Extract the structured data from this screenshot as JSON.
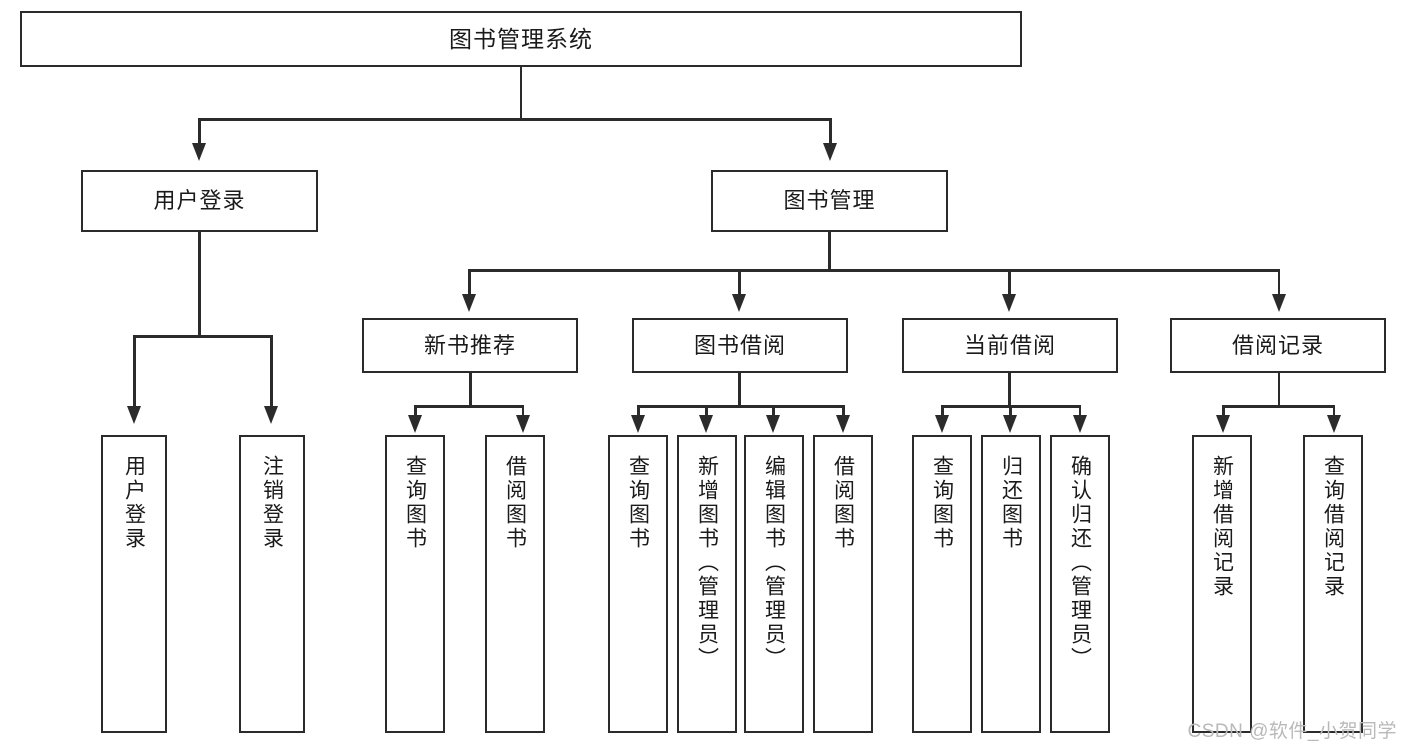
{
  "diagram": {
    "title": "图书管理系统",
    "type": "tree",
    "root": {
      "label": "图书管理系统"
    },
    "level1": [
      {
        "label": "用户登录"
      },
      {
        "label": "图书管理"
      }
    ],
    "level2": [
      {
        "label": "新书推荐"
      },
      {
        "label": "图书借阅"
      },
      {
        "label": "当前借阅"
      },
      {
        "label": "借阅记录"
      }
    ],
    "leaves": {
      "user_login": [
        {
          "label": "用户登录"
        },
        {
          "label": "注销登录"
        }
      ],
      "new_book": [
        {
          "label": "查询图书"
        },
        {
          "label": "借阅图书"
        }
      ],
      "book_borrow": [
        {
          "label": "查询图书"
        },
        {
          "label": "新增图书（管理员）"
        },
        {
          "label": "编辑图书（管理员）"
        },
        {
          "label": "借阅图书"
        }
      ],
      "current_borrow": [
        {
          "label": "查询图书"
        },
        {
          "label": "归还图书"
        },
        {
          "label": "确认归还（管理员）"
        }
      ],
      "borrow_record": [
        {
          "label": "新增借阅记录"
        },
        {
          "label": "查询借阅记录"
        }
      ]
    }
  },
  "watermark": {
    "text": "CSDN @软件_小贺同学"
  },
  "colors": {
    "stroke": "#2b2b2b",
    "fill": "#ffffff",
    "text": "#1a1a1a",
    "watermark": "#b9b9b9"
  }
}
